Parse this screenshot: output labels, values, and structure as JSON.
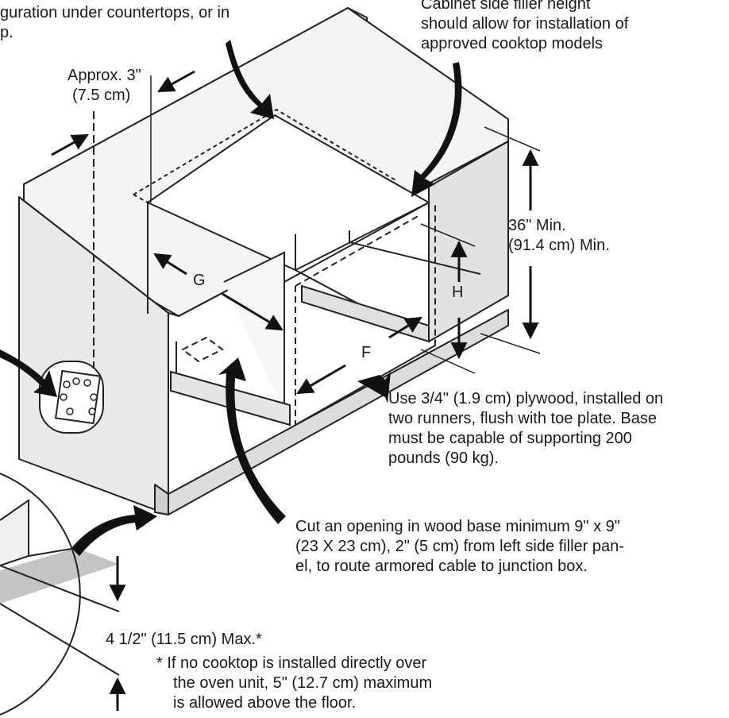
{
  "labels": {
    "top_left": [
      "guration under countertops, or in",
      "p."
    ],
    "top_right": [
      "Cabinet side filler height",
      "should allow for installation of",
      "approved cooktop models"
    ],
    "approx": [
      "Approx. 3\"",
      "(7.5 cm)"
    ],
    "height_min": [
      "36\" Min.",
      "(91.4 cm) Min."
    ],
    "letter_g": "G",
    "letter_h": "H",
    "letter_f": "F",
    "plywood": [
      "Use 3/4\" (1.9 cm) plywood, installed on",
      "two runners, flush with toe plate. Base",
      "must be capable of supporting 200",
      "pounds (90 kg)."
    ],
    "opening": [
      "Cut an opening in wood base minimum 9\" x 9\"",
      "(23 X 23 cm), 2\" (5 cm) from left side filler pan-",
      "el, to route armored cable to junction box."
    ],
    "toe_max": "4 1/2\" (11.5 cm) Max.*",
    "footnote": [
      "*  If no cooktop is installed directly over",
      "the oven unit, 5\" (12.7 cm) maximum",
      "is allowed above the floor."
    ]
  }
}
